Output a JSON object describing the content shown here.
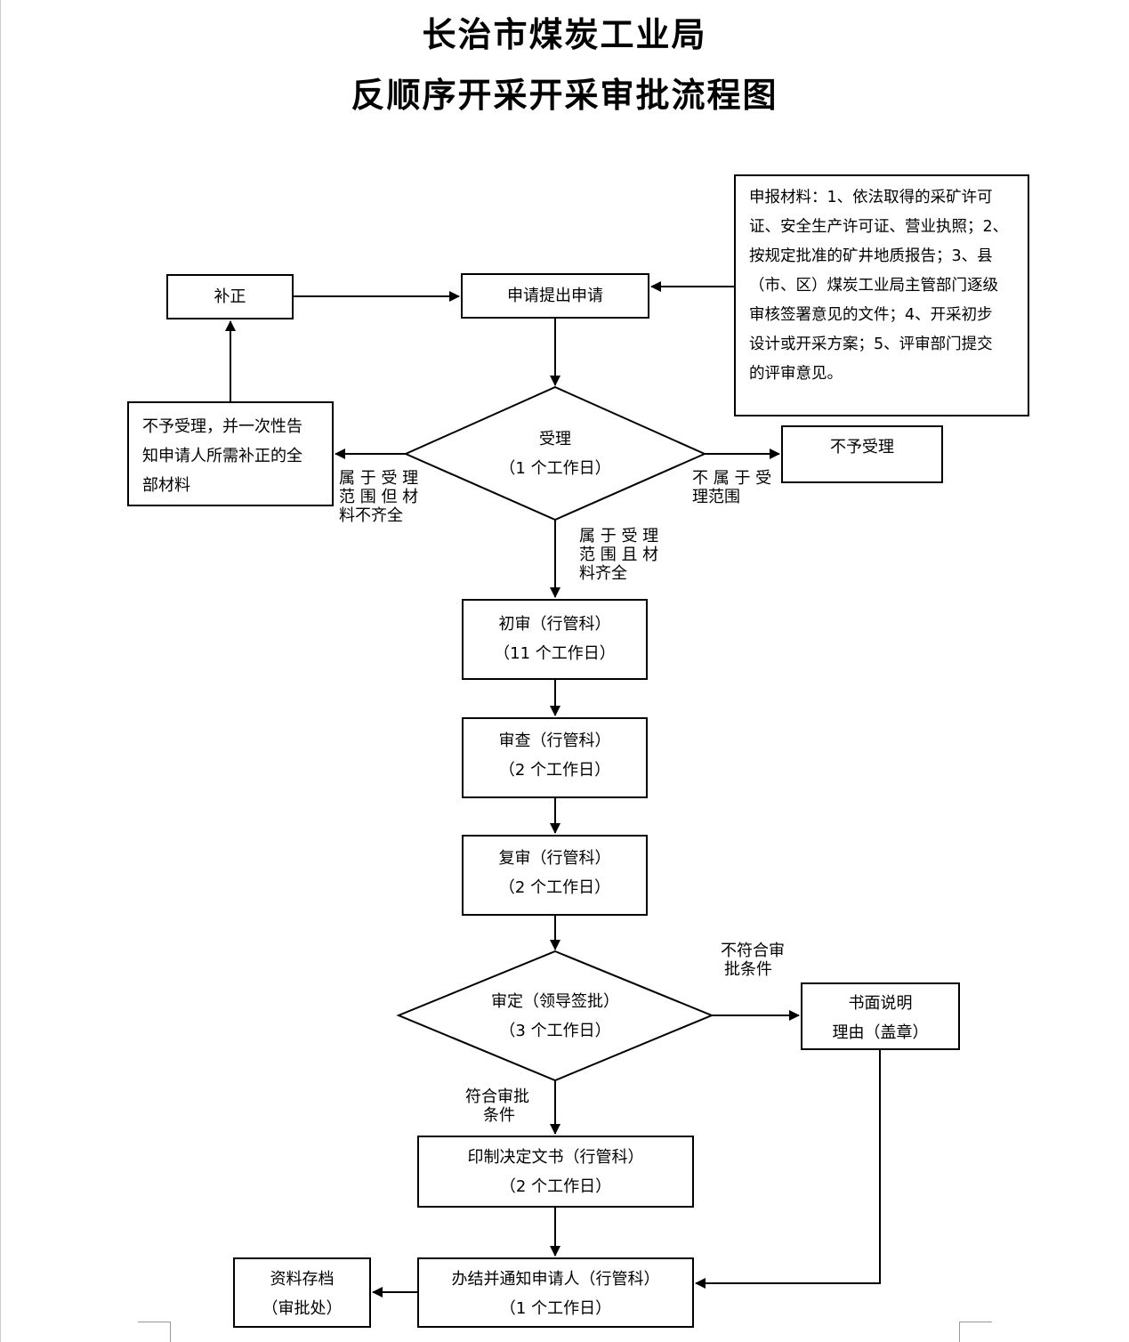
{
  "title": {
    "line1": "长治市煤炭工业局",
    "line2": "反顺序开采开采审批流程图"
  },
  "nodes": {
    "buzheng": "补正",
    "apply": "申请提出申请",
    "materials": {
      "lines": [
        "申报材料：1、依法取得的采矿许可",
        "证、安全生产许可证、营业执照；2、",
        "按规定批准的矿井地质报告；3、县",
        "（市、区）煤炭工业局主管部门逐级",
        "审核签署意见的文件；4、开采初步",
        "设计或开采方案；5、评审部门提交",
        "的评审意见。"
      ]
    },
    "not_accept_notify": {
      "lines": [
        "不予受理，并一次性告",
        "知申请人所需补正的全",
        "部材料"
      ]
    },
    "accept": {
      "line1": "受理",
      "line2": "（1 个工作日）"
    },
    "reject": "不予受理",
    "initial_review": {
      "line1": "初审（行管科）",
      "line2": "（11 个工作日）"
    },
    "examination": {
      "line1": "审查（行管科）",
      "line2": "（2 个工作日）"
    },
    "re_review": {
      "line1": "复审（行管科）",
      "line2": "（2 个工作日）"
    },
    "decision": {
      "line1": "审定（领导签批）",
      "line2": "（3 个工作日）"
    },
    "written_reason": {
      "line1": "书面说明",
      "line2": "理由（盖章）"
    },
    "print_doc": {
      "line1": "印制决定文书（行管科）",
      "line2": "（2 个工作日）"
    },
    "complete_notify": {
      "line1": "办结并通知申请人（行管科）",
      "line2": "（1 个工作日）"
    },
    "archive": {
      "line1": "资料存档",
      "line2": "（审批处）"
    }
  },
  "edge_labels": {
    "incomplete": [
      "属 于 受 理",
      "范 围 但 材",
      "料不齐全"
    ],
    "out_of_scope": [
      "不 属 于 受",
      "理范围"
    ],
    "complete": [
      "属 于 受 理",
      "范 围 且 材",
      "料齐全"
    ],
    "not_meet": [
      "不符合审",
      "批条件"
    ],
    "meet": [
      "符合审批",
      "条件"
    ]
  }
}
